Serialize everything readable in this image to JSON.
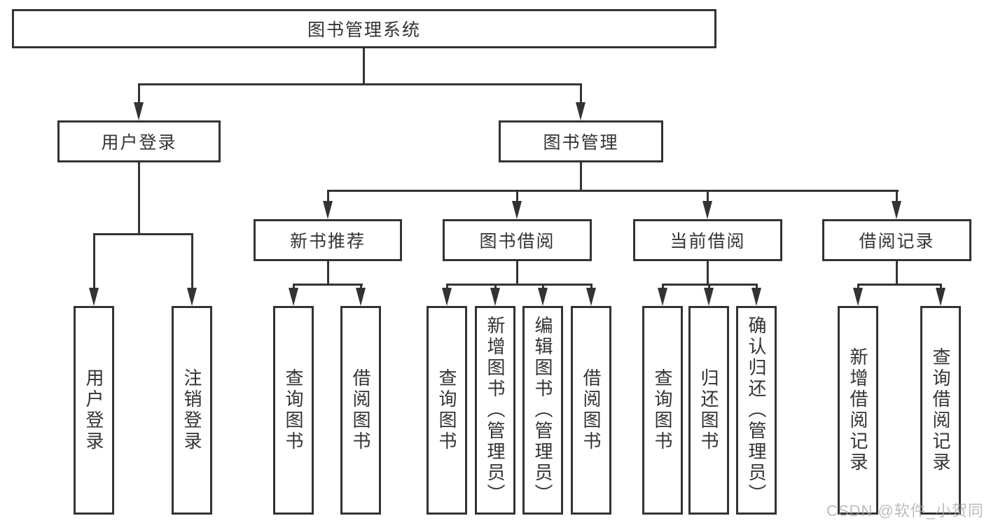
{
  "tree": {
    "label": "图书管理系统",
    "children": [
      {
        "label": "用户登录",
        "children": [
          {
            "label": "用户登录"
          },
          {
            "label": "注销登录"
          }
        ]
      },
      {
        "label": "图书管理",
        "children": [
          {
            "label": "新书推荐",
            "children": [
              {
                "label": "查询图书"
              },
              {
                "label": "借阅图书"
              }
            ]
          },
          {
            "label": "图书借阅",
            "children": [
              {
                "label": "查询图书"
              },
              {
                "label": "新增图书（管理员）"
              },
              {
                "label": "编辑图书（管理员）"
              },
              {
                "label": "借阅图书"
              }
            ]
          },
          {
            "label": "当前借阅",
            "children": [
              {
                "label": "查询图书"
              },
              {
                "label": "归还图书"
              },
              {
                "label": "确认归还（管理员）"
              }
            ]
          },
          {
            "label": "借阅记录",
            "children": [
              {
                "label": "新增借阅记录"
              },
              {
                "label": "查询借阅记录"
              }
            ]
          }
        ]
      }
    ]
  },
  "watermark": {
    "text": "CSDN @软件_小贺同学"
  },
  "colors": {
    "line": "#333333",
    "text": "#333333",
    "box_fill": "#ffffff",
    "watermark": "#a5a5a5",
    "background": "#ffffff"
  }
}
